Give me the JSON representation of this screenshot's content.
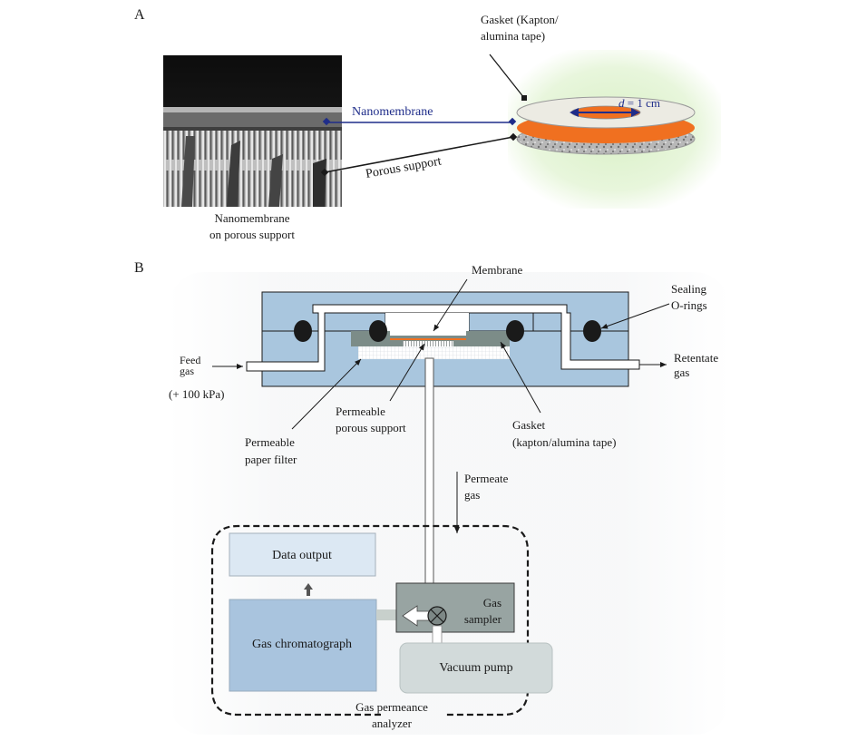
{
  "panel_a": {
    "label": "A",
    "sem_caption_line1": "Nanomembrane",
    "sem_caption_line2": "on porous support",
    "callout_nanomembrane": "Nanomembrane",
    "callout_porous_support": "Porous support",
    "callout_gasket_line1": "Gasket (Kapton/",
    "callout_gasket_line2": "alumina tape)",
    "diameter_var": "d",
    "diameter_value": " = 1 cm",
    "colors": {
      "nanomembrane_callout": "#1f2d8a",
      "membrane_orange": "#f07020",
      "glow": "#e4f5d6"
    }
  },
  "panel_b": {
    "label": "B",
    "membrane": "Membrane",
    "sealing_line1": "Sealing",
    "sealing_line2": "O-rings",
    "feed_line1": "Feed",
    "feed_line2": "gas",
    "feed_pressure": "(+ 100 kPa)",
    "retentate_line1": "Retentate",
    "retentate_line2": "gas",
    "paper_filter_line1": "Permeable",
    "paper_filter_line2": "paper filter",
    "porous_support_line1": "Permeable",
    "porous_support_line2": "porous support",
    "gasket_line1": "Gasket",
    "gasket_line2": "(kapton/alumina tape)",
    "permeate_line1": "Permeate",
    "permeate_line2": "gas",
    "data_output": "Data output",
    "gas_chromatograph": "Gas chromatograph",
    "gas_sampler_line1": "Gas",
    "gas_sampler_line2": "sampler",
    "vacuum_pump": "Vacuum pump",
    "analyzer_line1": "Gas permeance",
    "analyzer_line2": "analyzer",
    "colors": {
      "cell_blue": "#a9c6de",
      "gasket_gray": "#7c8c88",
      "chromatograph": "#a9c4de",
      "data_output": "#dce8f3",
      "sampler": "#98a4a2",
      "pump": "#d2dada"
    }
  }
}
